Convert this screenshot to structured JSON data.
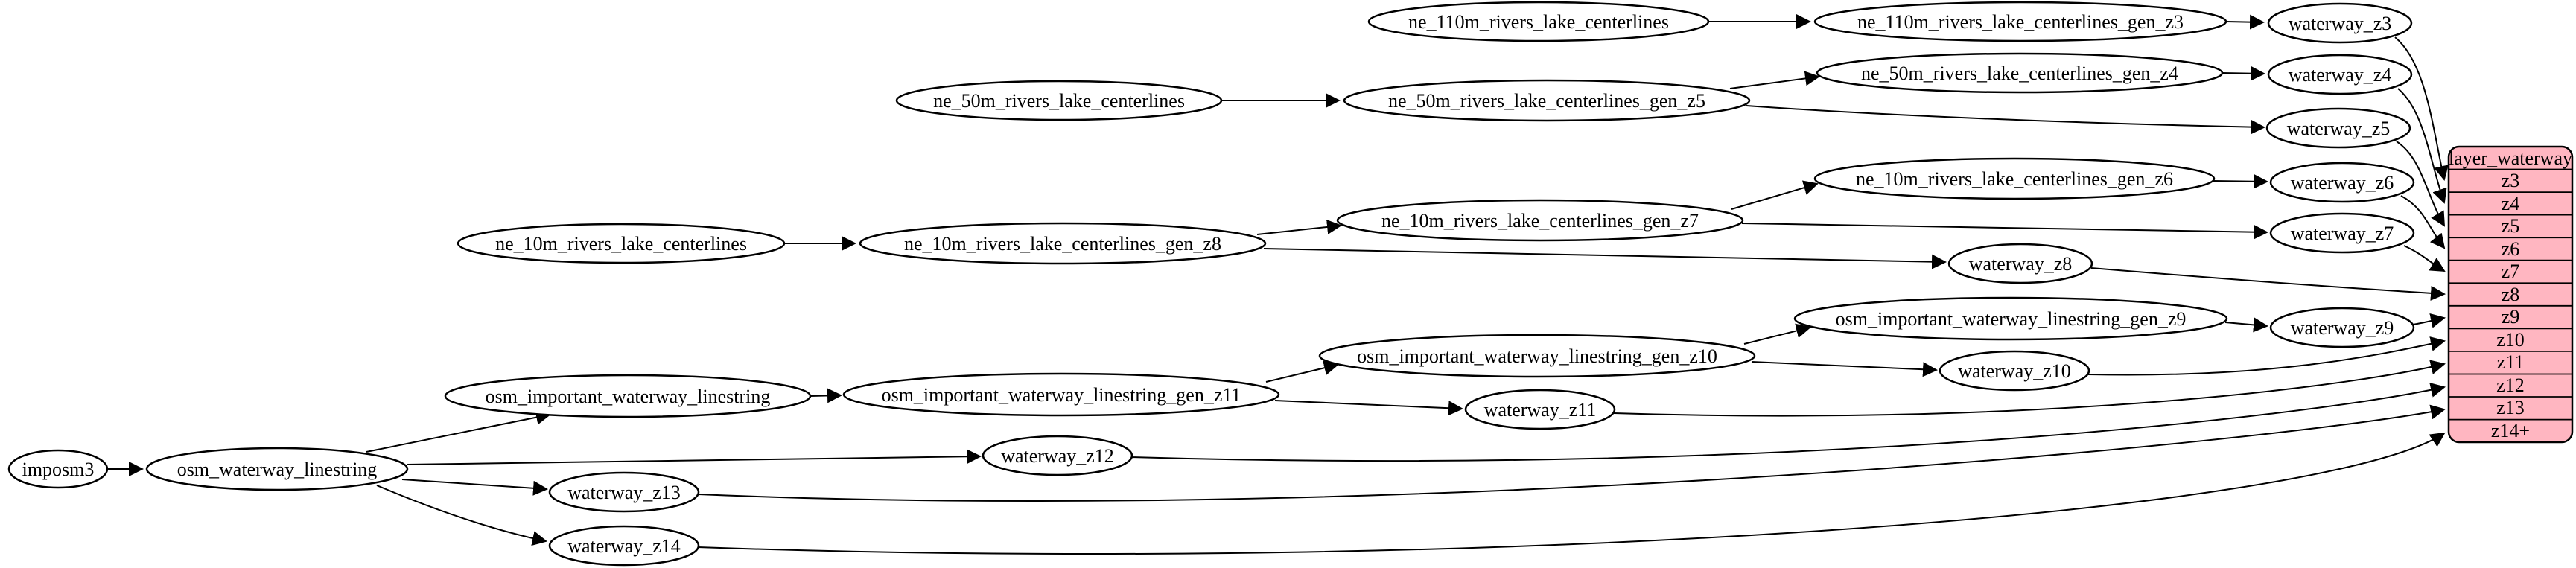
{
  "diagram": {
    "kind": "etl-dependency-graph",
    "background": "#ffffff",
    "node_fill": "#ffffff",
    "node_stroke": "#000000",
    "edge_color": "#000000",
    "nodes": {
      "imposm3": "imposm3",
      "osm_waterway_linestring": "osm_waterway_linestring",
      "osm_important_waterway_linestring": "osm_important_waterway_linestring",
      "osm_important_waterway_linestring_gen_z11": "osm_important_waterway_linestring_gen_z11",
      "osm_important_waterway_linestring_gen_z10": "osm_important_waterway_linestring_gen_z10",
      "osm_important_waterway_linestring_gen_z9": "osm_important_waterway_linestring_gen_z9",
      "ne_110m_rivers_lake_centerlines": "ne_110m_rivers_lake_centerlines",
      "ne_110m_rivers_lake_centerlines_gen_z3": "ne_110m_rivers_lake_centerlines_gen_z3",
      "ne_50m_rivers_lake_centerlines": "ne_50m_rivers_lake_centerlines",
      "ne_50m_rivers_lake_centerlines_gen_z5": "ne_50m_rivers_lake_centerlines_gen_z5",
      "ne_50m_rivers_lake_centerlines_gen_z4": "ne_50m_rivers_lake_centerlines_gen_z4",
      "ne_10m_rivers_lake_centerlines": "ne_10m_rivers_lake_centerlines",
      "ne_10m_rivers_lake_centerlines_gen_z8": "ne_10m_rivers_lake_centerlines_gen_z8",
      "ne_10m_rivers_lake_centerlines_gen_z7": "ne_10m_rivers_lake_centerlines_gen_z7",
      "ne_10m_rivers_lake_centerlines_gen_z6": "ne_10m_rivers_lake_centerlines_gen_z6",
      "waterway_z3": "waterway_z3",
      "waterway_z4": "waterway_z4",
      "waterway_z5": "waterway_z5",
      "waterway_z6": "waterway_z6",
      "waterway_z7": "waterway_z7",
      "waterway_z8": "waterway_z8",
      "waterway_z9": "waterway_z9",
      "waterway_z10": "waterway_z10",
      "waterway_z11": "waterway_z11",
      "waterway_z12": "waterway_z12",
      "waterway_z13": "waterway_z13",
      "waterway_z14": "waterway_z14"
    },
    "table": {
      "title": "layer_waterway",
      "rows": [
        "z3",
        "z4",
        "z5",
        "z6",
        "z7",
        "z8",
        "z9",
        "z10",
        "z11",
        "z12",
        "z13",
        "z14+"
      ],
      "fill": "#ffb6c1",
      "stroke": "#000000"
    },
    "edges": [
      {
        "from": "imposm3",
        "to": "osm_waterway_linestring"
      },
      {
        "from": "osm_waterway_linestring",
        "to": "osm_important_waterway_linestring"
      },
      {
        "from": "osm_waterway_linestring",
        "to": "waterway_z12"
      },
      {
        "from": "osm_waterway_linestring",
        "to": "waterway_z13"
      },
      {
        "from": "osm_waterway_linestring",
        "to": "waterway_z14"
      },
      {
        "from": "osm_important_waterway_linestring",
        "to": "osm_important_waterway_linestring_gen_z11"
      },
      {
        "from": "osm_important_waterway_linestring_gen_z11",
        "to": "osm_important_waterway_linestring_gen_z10"
      },
      {
        "from": "osm_important_waterway_linestring_gen_z11",
        "to": "waterway_z11"
      },
      {
        "from": "osm_important_waterway_linestring_gen_z10",
        "to": "osm_important_waterway_linestring_gen_z9"
      },
      {
        "from": "osm_important_waterway_linestring_gen_z10",
        "to": "waterway_z10"
      },
      {
        "from": "osm_important_waterway_linestring_gen_z9",
        "to": "waterway_z9"
      },
      {
        "from": "ne_110m_rivers_lake_centerlines",
        "to": "ne_110m_rivers_lake_centerlines_gen_z3"
      },
      {
        "from": "ne_110m_rivers_lake_centerlines_gen_z3",
        "to": "waterway_z3"
      },
      {
        "from": "ne_50m_rivers_lake_centerlines",
        "to": "ne_50m_rivers_lake_centerlines_gen_z5"
      },
      {
        "from": "ne_50m_rivers_lake_centerlines_gen_z5",
        "to": "ne_50m_rivers_lake_centerlines_gen_z4"
      },
      {
        "from": "ne_50m_rivers_lake_centerlines_gen_z5",
        "to": "waterway_z5"
      },
      {
        "from": "ne_50m_rivers_lake_centerlines_gen_z4",
        "to": "waterway_z4"
      },
      {
        "from": "ne_10m_rivers_lake_centerlines",
        "to": "ne_10m_rivers_lake_centerlines_gen_z8"
      },
      {
        "from": "ne_10m_rivers_lake_centerlines_gen_z8",
        "to": "ne_10m_rivers_lake_centerlines_gen_z7"
      },
      {
        "from": "ne_10m_rivers_lake_centerlines_gen_z8",
        "to": "waterway_z8"
      },
      {
        "from": "ne_10m_rivers_lake_centerlines_gen_z7",
        "to": "ne_10m_rivers_lake_centerlines_gen_z6"
      },
      {
        "from": "ne_10m_rivers_lake_centerlines_gen_z7",
        "to": "waterway_z7"
      },
      {
        "from": "ne_10m_rivers_lake_centerlines_gen_z6",
        "to": "waterway_z6"
      },
      {
        "from": "waterway_z3",
        "to": "layer_waterway.z3"
      },
      {
        "from": "waterway_z4",
        "to": "layer_waterway.z4"
      },
      {
        "from": "waterway_z5",
        "to": "layer_waterway.z5"
      },
      {
        "from": "waterway_z6",
        "to": "layer_waterway.z6"
      },
      {
        "from": "waterway_z7",
        "to": "layer_waterway.z7"
      },
      {
        "from": "waterway_z8",
        "to": "layer_waterway.z8"
      },
      {
        "from": "waterway_z9",
        "to": "layer_waterway.z9"
      },
      {
        "from": "waterway_z10",
        "to": "layer_waterway.z10"
      },
      {
        "from": "waterway_z11",
        "to": "layer_waterway.z11"
      },
      {
        "from": "waterway_z12",
        "to": "layer_waterway.z12"
      },
      {
        "from": "waterway_z13",
        "to": "layer_waterway.z13"
      },
      {
        "from": "waterway_z14",
        "to": "layer_waterway.z14+"
      }
    ]
  }
}
